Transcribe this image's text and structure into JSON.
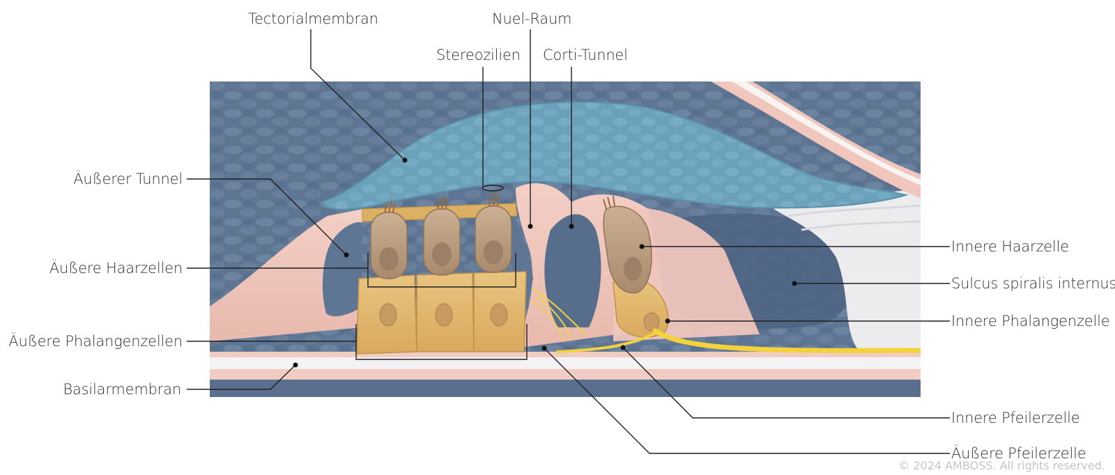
{
  "labels": {
    "tectorialmembran": "Tectorialmembran",
    "nuel_raum": "Nuel-Raum",
    "stereozilien": "Stereozilien",
    "corti_tunnel": "Corti-Tunnel",
    "aeusserer_tunnel": "Äußerer Tunnel",
    "aeussere_haarzellen": "Äußere Haarzellen",
    "aeussere_phalangenzellen": "Äußere Phalangenzellen",
    "basilarmembran": "Basilarmembran",
    "innere_haarzelle": "Innere Haarzelle",
    "sulcus_spiralis_internus": "Sulcus spiralis internus",
    "innere_phalangenzelle": "Innere Phalangenzelle",
    "innere_pfeilerzelle": "Innere Pfeilerzelle",
    "aeussere_pfeilerzelle": "Äußere Pfeilerzelle"
  },
  "copyright": "© 2024 AMBOSS. All rights reserved.",
  "colors": {
    "background_tissue": "#5d7391",
    "tectorial_membrane": "#6ea3bd",
    "supporting_cells": "#f0c6bd",
    "phalangeal_cells": "#dcb26c",
    "hair_cells": "#b8987a",
    "nerve_fibers": "#f3d23a",
    "leader_lines": "#1e1e1e"
  }
}
